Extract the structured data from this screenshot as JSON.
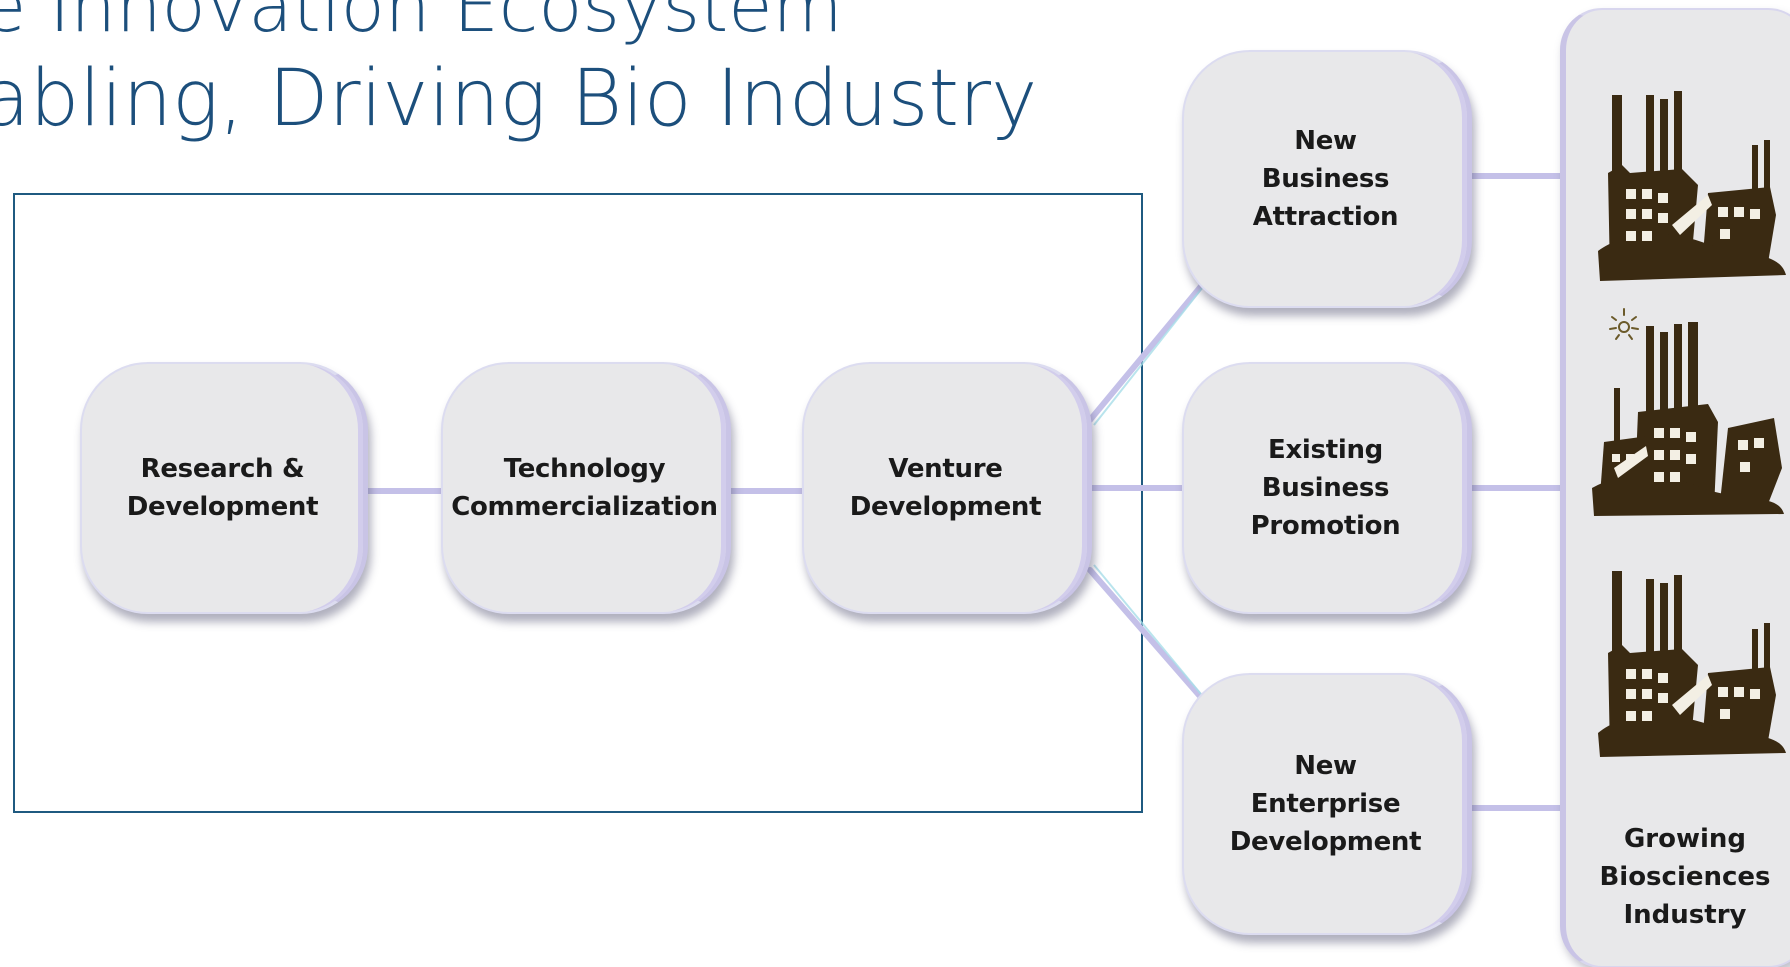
{
  "title": {
    "line1": "e Innovation Ecosystem",
    "line2": "abling, Driving Bio Industry"
  },
  "nodes": {
    "research_development": "Research &\nDevelopment",
    "technology_commercialization": "Technology\nCommercialization",
    "venture_development": "Venture\nDevelopment",
    "new_business_attraction": "New\nBusiness\nAttraction",
    "existing_business_promotion": "Existing\nBusiness\nPromotion",
    "new_enterprise_development": "New\nEnterprise\nDevelopment"
  },
  "industry": {
    "label": "Growing\nBiosciences\nIndustry",
    "icons": [
      "factory-icon",
      "sparkle-icon",
      "factory-icon",
      "factory-icon"
    ]
  },
  "colors": {
    "title": "#1c4f7c",
    "frame": "#1f5a80",
    "node_fill": "#e8e8ea",
    "node_edge": "#c9c4e6",
    "connector": "#c2bfe6",
    "factory": "#3a2a12"
  }
}
